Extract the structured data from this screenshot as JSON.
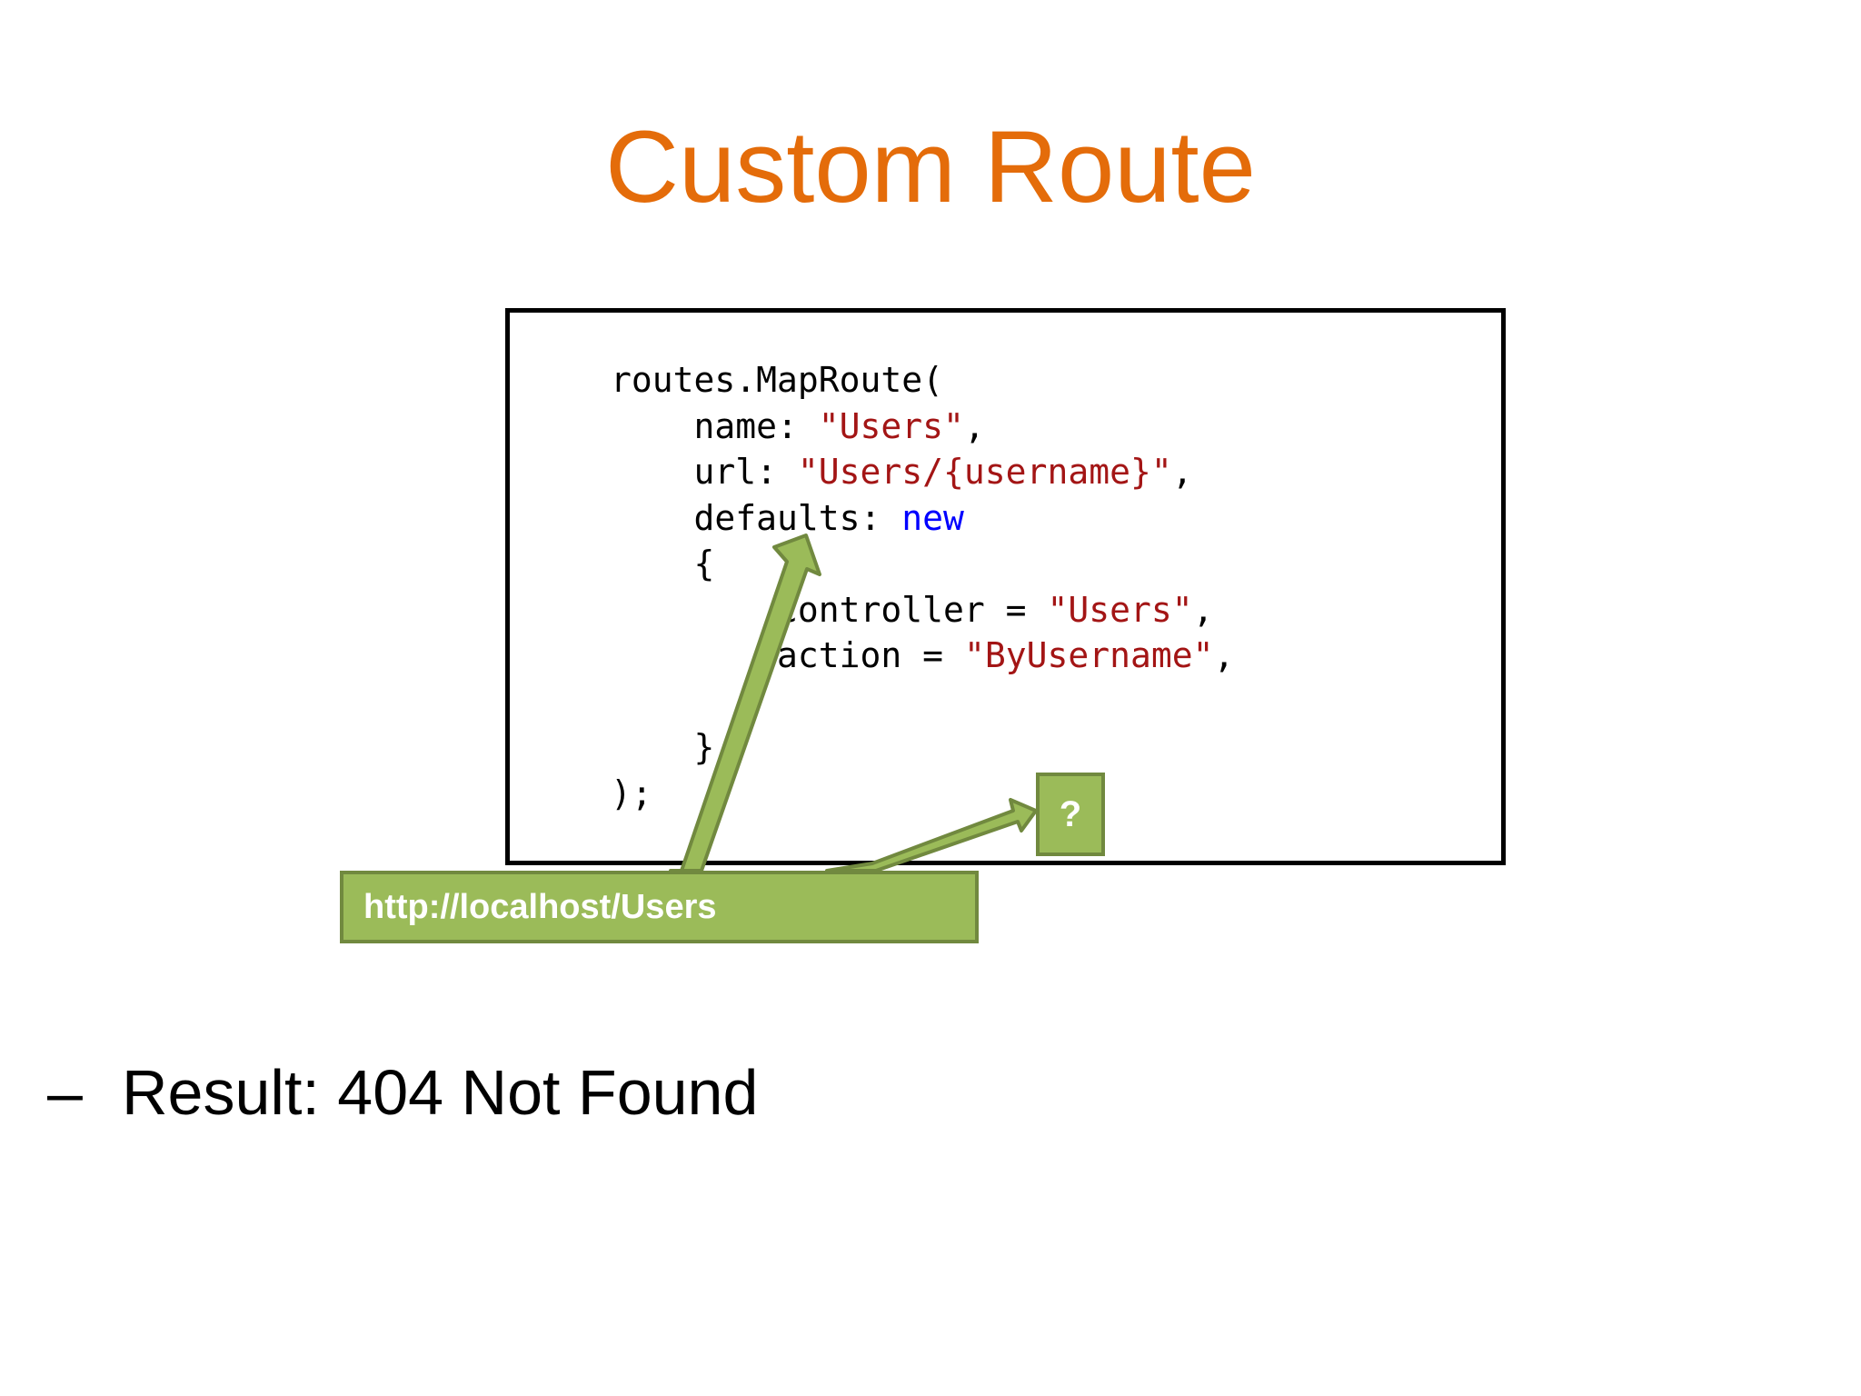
{
  "slide": {
    "title": "Custom Route",
    "title_color": "#e46c0a"
  },
  "code": {
    "lines": [
      [
        {
          "t": "routes.MapRoute(",
          "c": "plain"
        }
      ],
      [
        {
          "t": "    name: ",
          "c": "plain"
        },
        {
          "t": "\"Users\"",
          "c": "str"
        },
        {
          "t": ",",
          "c": "plain"
        }
      ],
      [
        {
          "t": "    url: ",
          "c": "plain"
        },
        {
          "t": "\"Users/{username}\"",
          "c": "str"
        },
        {
          "t": ",",
          "c": "plain"
        }
      ],
      [
        {
          "t": "    defaults: ",
          "c": "plain"
        },
        {
          "t": "new",
          "c": "kw"
        }
      ],
      [
        {
          "t": "    {",
          "c": "plain"
        }
      ],
      [
        {
          "t": "        controller = ",
          "c": "plain"
        },
        {
          "t": "\"Users\"",
          "c": "str"
        },
        {
          "t": ",",
          "c": "plain"
        }
      ],
      [
        {
          "t": "        action = ",
          "c": "plain"
        },
        {
          "t": "\"ByUsername\"",
          "c": "str"
        },
        {
          "t": ",",
          "c": "plain"
        }
      ],
      [
        {
          "t": "",
          "c": "plain"
        }
      ],
      [
        {
          "t": "    }",
          "c": "plain"
        }
      ],
      [
        {
          "t": ");",
          "c": "plain"
        }
      ]
    ],
    "string_color": "#a31515",
    "keyword_color": "#0000ff"
  },
  "callouts": {
    "url": "http://localhost/Users",
    "question": "?",
    "fill_color": "#9bbb59",
    "border_color": "#71893f"
  },
  "bullet": {
    "dash": "–",
    "text": "Result: 404 Not Found"
  }
}
